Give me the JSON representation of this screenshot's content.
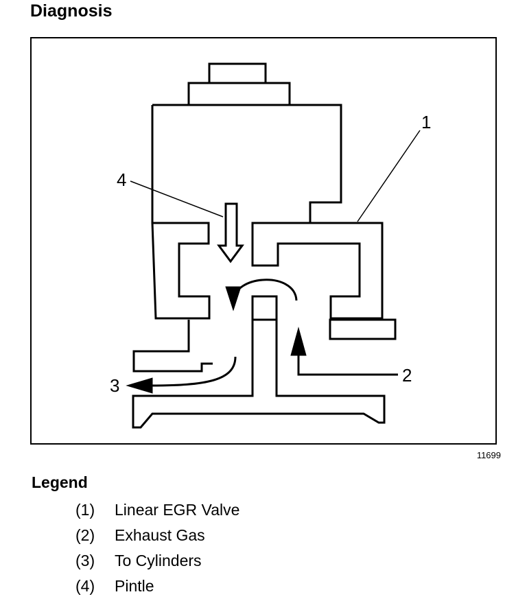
{
  "page": {
    "title": "Diagnosis"
  },
  "figure": {
    "number": "11699",
    "callouts": [
      "1",
      "2",
      "3",
      "4"
    ]
  },
  "legend": {
    "title": "Legend",
    "items": [
      {
        "num": "(1)",
        "label": "Linear EGR Valve"
      },
      {
        "num": "(2)",
        "label": "Exhaust Gas"
      },
      {
        "num": "(3)",
        "label": "To Cylinders"
      },
      {
        "num": "(4)",
        "label": "Pintle"
      }
    ]
  }
}
